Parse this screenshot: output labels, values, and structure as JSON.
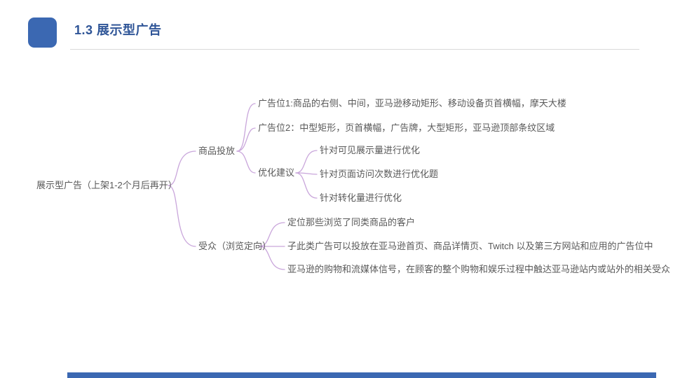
{
  "slide": {
    "title": "1.3 展示型广告",
    "colors": {
      "accent": "#3B68B2",
      "title": "#2F5597",
      "divider": "#D9D9D9",
      "connector": "#C9A6DB",
      "text": "#595959"
    }
  },
  "mindmap": {
    "root": "展示型广告（上架1-2个月后再开）",
    "branch_product": {
      "label": "商品投放",
      "children": [
        "广告位1:商品的右侧、中间，亚马逊移动矩形、移动设备页首横幅，摩天大楼",
        "广告位2：中型矩形，页首横幅，广告牌，大型矩形，亚马逊顶部条纹区域"
      ],
      "optimization": {
        "label": "优化建议",
        "children": [
          "针对可见展示量进行优化",
          "针对页面访问次数进行优化题",
          "针对转化量进行优化"
        ]
      }
    },
    "branch_audience": {
      "label": "受众（浏览定向）",
      "children": [
        "定位那些浏览了同类商品的客户",
        "子此类广告可以投放在亚马逊首页、商品详情页、Twitch 以及第三方网站和应用的广告位中",
        "亚马逊的购物和流媒体信号，在顾客的整个购物和娱乐过程中触达亚马逊站内或站外的相关受众"
      ]
    }
  }
}
